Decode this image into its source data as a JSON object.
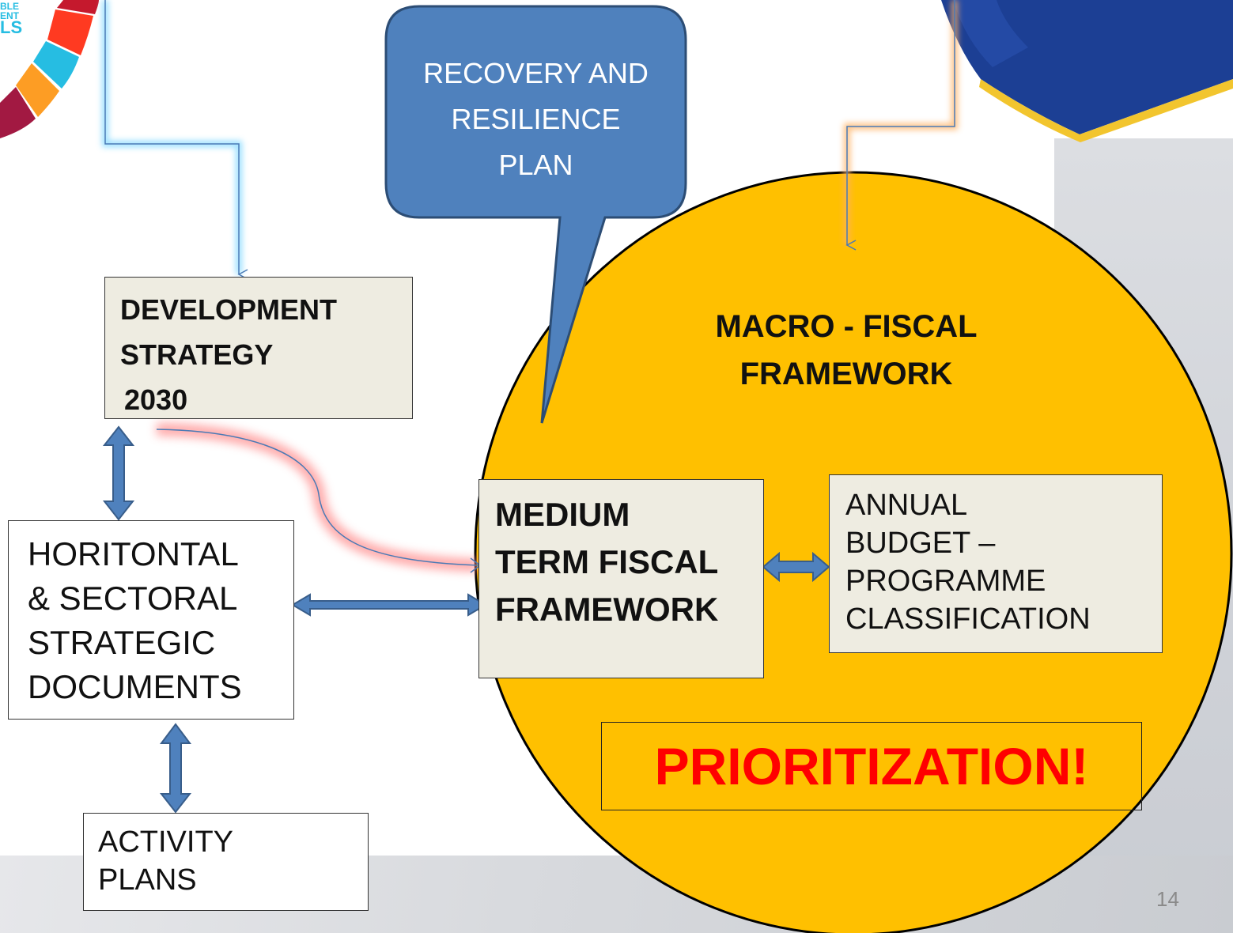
{
  "callout": {
    "lines": [
      "RECOVERY AND",
      "RESILIENCE",
      "PLAN"
    ]
  },
  "development_strategy": {
    "line1": "DEVELOPMENT",
    "line2": "STRATEGY",
    "line3": "2030"
  },
  "macro_fiscal": {
    "line1": "MACRO - FISCAL",
    "line2": "FRAMEWORK"
  },
  "medium_term": {
    "line1": "MEDIUM",
    "line2": "TERM FISCAL",
    "line3": "FRAMEWORK"
  },
  "annual_budget": {
    "line1": "ANNUAL",
    "line2": "BUDGET –",
    "line3": "PROGRAMME",
    "line4": "CLASSIFICATION"
  },
  "horizontal": {
    "line1": "HORITONTAL",
    "line2": "& SECTORAL",
    "line3": "STRATEGIC",
    "line4": "DOCUMENTS"
  },
  "activity": {
    "line1": "ACTIVITY",
    "line2": "PLANS"
  },
  "prioritization": "PRIORITIZATION!",
  "page_number": "14",
  "sdg_logo": {
    "text_lines": [
      "BLE",
      "ENT",
      "LS"
    ],
    "colors": [
      "#c5192d",
      "#26bde2",
      "#fcc30b",
      "#a21942",
      "#ef402b",
      "#fd6925"
    ]
  },
  "book_image": {
    "colors": [
      "#1c3f94",
      "#f2c52e"
    ]
  },
  "colors": {
    "circle": "#ffc000",
    "callout": "#4f81bd",
    "arrow": "#4a7ab5",
    "prioritization": "#ff0000"
  }
}
